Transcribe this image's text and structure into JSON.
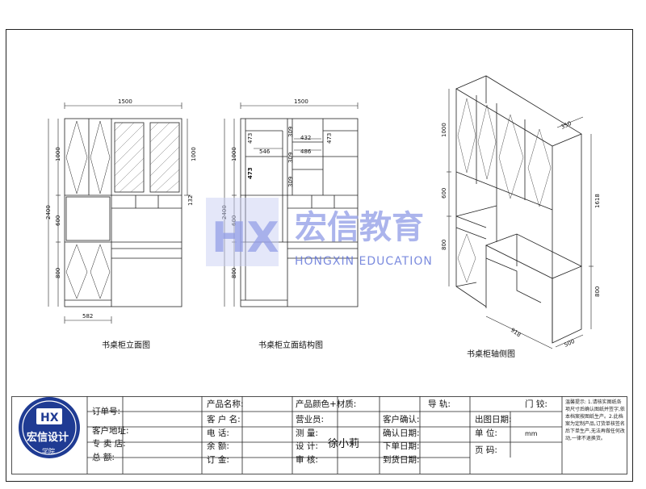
{
  "colors": {
    "line": "#222222",
    "watermark": "#8f9be6",
    "watermark_text": "#5b6fd6",
    "logo_blue": "#1f3b93"
  },
  "views": {
    "front": "书桌柜立面图",
    "structure": "书桌柜立面结构图",
    "axonometric": "书桌柜轴侧图"
  },
  "dims": {
    "front": {
      "width": "1500",
      "upper": "1000",
      "mid": "600",
      "lower": "800",
      "total": "2400",
      "right_top": "1000",
      "right_small": "132",
      "bottom": "582"
    },
    "structure": {
      "width": "1500",
      "upper": "1000",
      "mid": "600",
      "lower": "800",
      "total": "2400",
      "a": "473",
      "b": "309",
      "c": "432",
      "d": "546",
      "e": "486",
      "f": "473",
      "g": "309",
      "h": "473",
      "i": "309"
    },
    "axon": {
      "upper": "1000",
      "mid": "600",
      "lower": "800",
      "height": "1618",
      "depth": "350",
      "desk_h": "800",
      "width": "918",
      "desk_d": "500"
    }
  },
  "watermark": {
    "title": "宏信教育",
    "subtitle": "HONGXIN EDUCATION"
  },
  "logo": {
    "title": "宏信设计",
    "sub": "学院",
    "mark": "HX"
  },
  "title_block": {
    "order_no": "订单号:",
    "customer_address": "客户地址:",
    "store": "专 卖 店:",
    "total": "总    额:",
    "product_name": "产品名称:",
    "customer_name": "客 户 名:",
    "phone": "电    话:",
    "balance": "余    额:",
    "deposit": "订    金:",
    "product_color": "产品颜色+材质:",
    "salesperson": "营业员:",
    "measure": "测    量:",
    "design": "设    计:",
    "designer": "徐小莉",
    "review": "审    核:",
    "guide": "导    轨:",
    "customer_confirm": "客户确认:",
    "confirm_date": "确认日期:",
    "order_date": "下单日期:",
    "arrival_date": "到货日期:",
    "door": "门    铰:",
    "ship_date": "出图日期:",
    "unit": "单    位:",
    "unit_value": "mm",
    "page": "页    码:",
    "note": "温馨提示: 1.请核实图纸各项尺寸后确认图纸并签字,依本档案按图纸生产。2.此档案为定制产品,订货单核签名后下单生产,无法再做任何改动,一律不退换货。"
  }
}
